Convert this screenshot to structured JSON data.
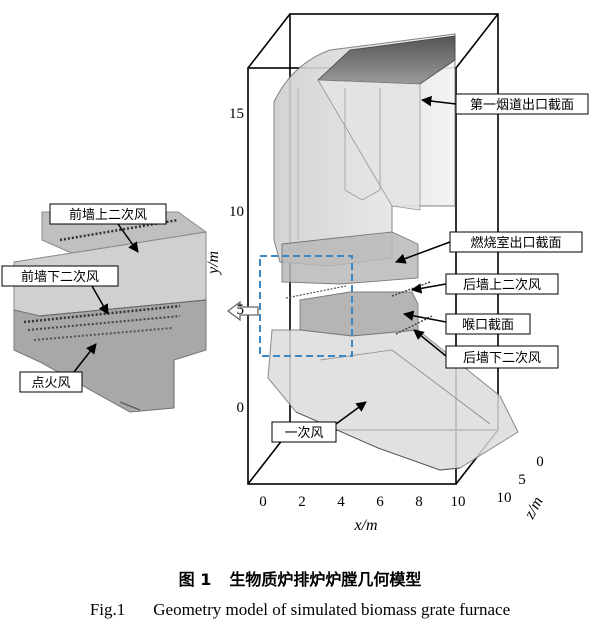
{
  "axes": {
    "y_ticks": [
      "15",
      "10",
      "5",
      "0"
    ],
    "x_ticks": [
      "0",
      "2",
      "4",
      "6",
      "8",
      "10"
    ],
    "z_ticks": [
      "0",
      "5",
      "10"
    ],
    "x_label": "x/m",
    "y_label": "y/m",
    "z_label": "z/m"
  },
  "labels": {
    "flue_outlet": "第一烟道出口截面",
    "combustion_outlet": "燃烧室出口截面",
    "rear_upper_air": "后墙上二次风",
    "throat": "喉口截面",
    "rear_lower_air": "后墙下二次风",
    "primary_air": "一次风",
    "front_upper_air": "前墙上二次风",
    "front_lower_air": "前墙下二次风",
    "ignition_air": "点火风"
  },
  "caption": {
    "cn_number": "图 1",
    "cn_title": "生物质炉排炉炉膛几何模型",
    "en_number": "Fig.1",
    "en_title": "Geometry model of simulated biomass grate furnace"
  },
  "colors": {
    "frame": "#000000",
    "zoom_box": "#3d88c4",
    "surface": "#c8c8c8",
    "surface_dark": "#6a6a6a"
  }
}
